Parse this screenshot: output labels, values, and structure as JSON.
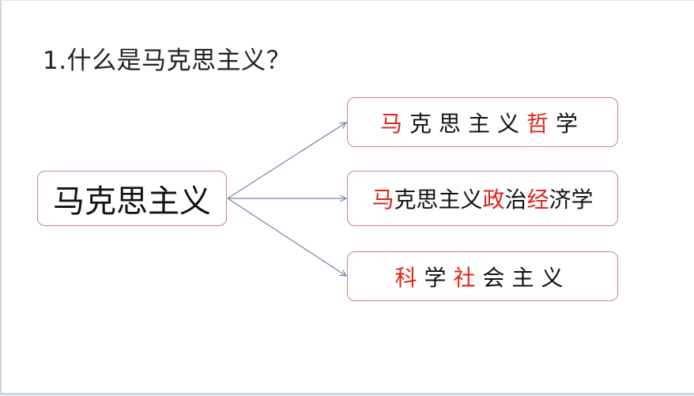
{
  "slide": {
    "title": "1.什么是马克思主义？",
    "root": {
      "label": "马克思主义"
    },
    "branches": [
      {
        "segments": [
          {
            "text": "马",
            "highlight": true
          },
          {
            "text": "克思主义",
            "highlight": false
          },
          {
            "text": "哲",
            "highlight": true
          },
          {
            "text": "学",
            "highlight": false
          }
        ]
      },
      {
        "segments": [
          {
            "text": "马",
            "highlight": true
          },
          {
            "text": "克思主义",
            "highlight": false
          },
          {
            "text": "政",
            "highlight": true
          },
          {
            "text": "治",
            "highlight": false
          },
          {
            "text": "经",
            "highlight": true
          },
          {
            "text": "济学",
            "highlight": false
          }
        ]
      },
      {
        "segments": [
          {
            "text": "科",
            "highlight": true
          },
          {
            "text": "学",
            "highlight": false
          },
          {
            "text": "社",
            "highlight": true
          },
          {
            "text": "会主义",
            "highlight": false
          }
        ]
      }
    ],
    "colors": {
      "highlight": "#e0251b",
      "box_border": "#c7858c",
      "arrow": "#6f84a8",
      "text": "#111111"
    }
  }
}
